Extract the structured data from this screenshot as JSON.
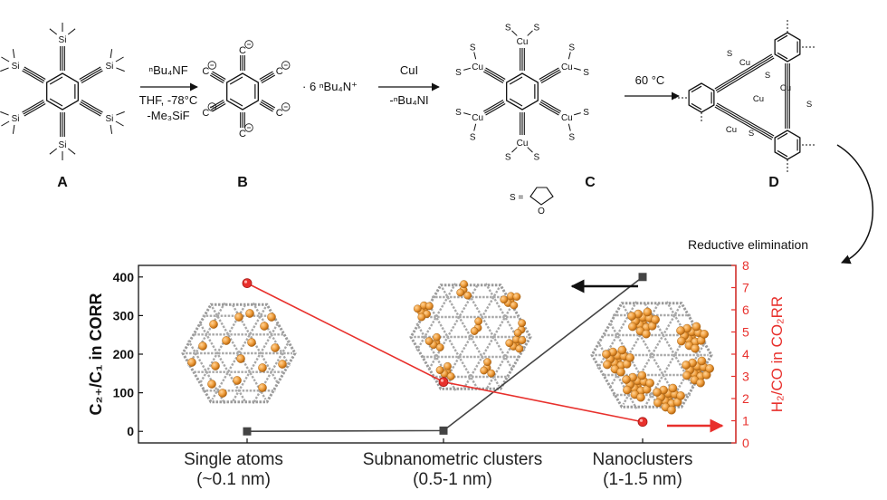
{
  "scheme": {
    "compound_labels": [
      "A",
      "B",
      "C",
      "D"
    ],
    "atom_si": "Si",
    "atom_cu": "Cu",
    "atom_s": "S",
    "atom_o": "O",
    "step1_reagent": "ⁿBu₄NF",
    "step1_conditions": [
      "THF, -78°C",
      "-Me₃SiF"
    ],
    "step2_counterion": "· 6 ⁿBu₄N⁺",
    "step2_reagent": "CuI",
    "step2_byproduct": "-ⁿBu₄NI",
    "step3_conditions": "60 °C",
    "solvent_key": "S =",
    "curved_arrow_label": "Reductive elimination"
  },
  "chart_data": {
    "type": "line",
    "categories": [
      "Single atoms",
      "Subnanometric clusters",
      "Nanoclusters"
    ],
    "category_sublabels": [
      "(~0.1 nm)",
      "(0.5-1 nm)",
      "(1-1.5 nm)"
    ],
    "series": [
      {
        "axis": "left",
        "color": "#444444",
        "marker": "square",
        "values": [
          0,
          2,
          400
        ]
      },
      {
        "axis": "right",
        "color": "#e8302c",
        "marker": "circle",
        "values": [
          7.2,
          2.75,
          0.95
        ]
      }
    ],
    "ylabel_left": "C₂₊/C₁ in CORR",
    "ylabel_right": "H₂/CO in CO₂RR",
    "ylim_left": [
      -30,
      430
    ],
    "ylim_right": [
      0,
      8
    ],
    "yticks_left": [
      "0",
      "100",
      "200",
      "300",
      "400"
    ],
    "yticks_right": [
      "0",
      "1",
      "2",
      "3",
      "4",
      "5",
      "6",
      "7",
      "8"
    ],
    "left_axis_color": "#111111",
    "right_axis_color": "#e8302c",
    "insets": [
      "single-atom dispersion",
      "subnanometric clusters",
      "nanoclusters"
    ]
  }
}
